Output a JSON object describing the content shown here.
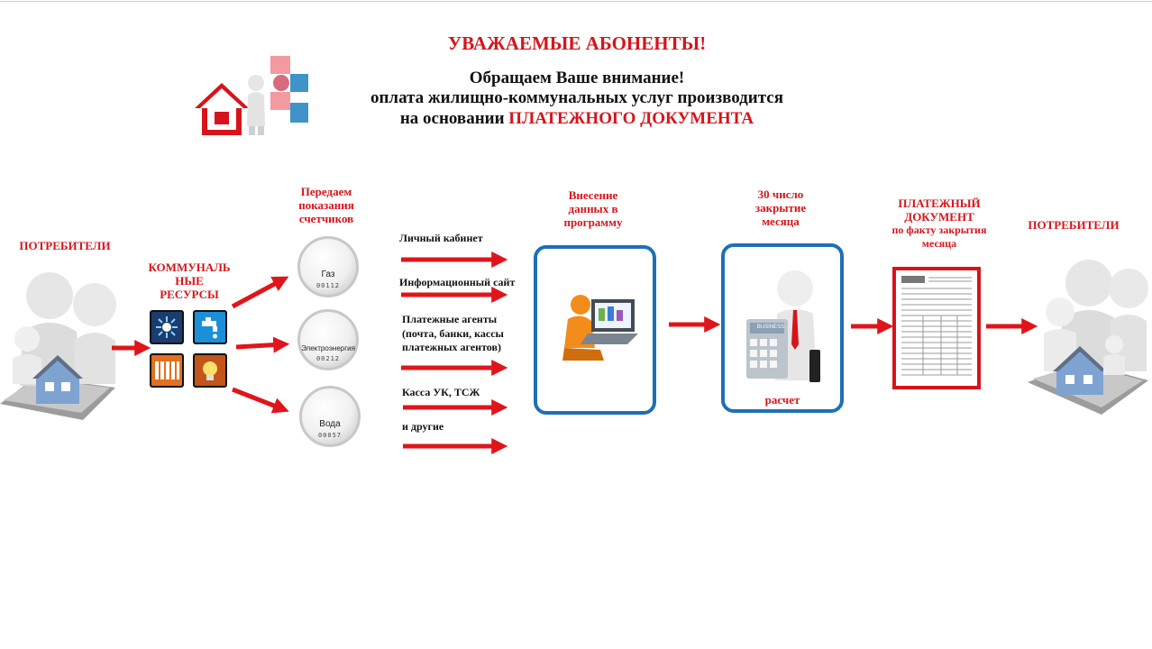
{
  "header": {
    "title": "УВАЖАЕМЫЕ АБОНЕНТЫ!",
    "line1": "Обращаем Ваше внимание!",
    "line2": "оплата жилищно-коммунальных услуг производится",
    "line3_prefix": "на основании ",
    "line3_highlight": "ПЛАТЕЖНОГО ДОКУМЕНТА"
  },
  "nodes": {
    "consumers_left": "ПОТРЕБИТЕЛИ",
    "resources": [
      "КОММУНАЛЬ",
      "НЫЕ",
      "РЕСУРСЫ"
    ],
    "readings": [
      "Передаем",
      "показания",
      "счетчиков"
    ],
    "entry": [
      "Внесение",
      "данных в",
      "программу"
    ],
    "closing": [
      "30 число",
      "закрытие",
      "месяца"
    ],
    "calc_label": "расчет",
    "calculator_text": "BUSINESS",
    "document": [
      "ПЛАТЕЖНЫЙ",
      "ДОКУМЕНТ",
      "по факту закрытия",
      "месяца"
    ],
    "consumers_right": "ПОТРЕБИТЕЛИ"
  },
  "meters": [
    {
      "label": "Газ",
      "digits": "00112"
    },
    {
      "label": "Электроэнергия",
      "digits": "00212"
    },
    {
      "label": "Вода",
      "digits": "00057"
    }
  ],
  "channels": [
    "Личный кабинет",
    "Информационный сайт",
    "Платежные агенты",
    "(почта, банки, кассы",
    "платежных агентов)",
    "Касса УК, ТСЖ",
    "и другие"
  ],
  "colors": {
    "accent_red": "#d7141a",
    "frame_blue": "#1f6fb5",
    "tile_gas": "#1a3c6e",
    "tile_water": "#1c8fd9",
    "tile_heating": "#e2701e",
    "tile_electric": "#c3541a"
  },
  "icons": {
    "logo": "house-logo-icon",
    "people": "family-people-icon",
    "gas": "gas-flame-icon",
    "water": "water-tap-icon",
    "heating": "radiator-icon",
    "electric": "light-bulb-icon",
    "computer_user": "person-laptop-icon",
    "accountant": "person-calculator-icon",
    "document": "payment-document-icon"
  }
}
